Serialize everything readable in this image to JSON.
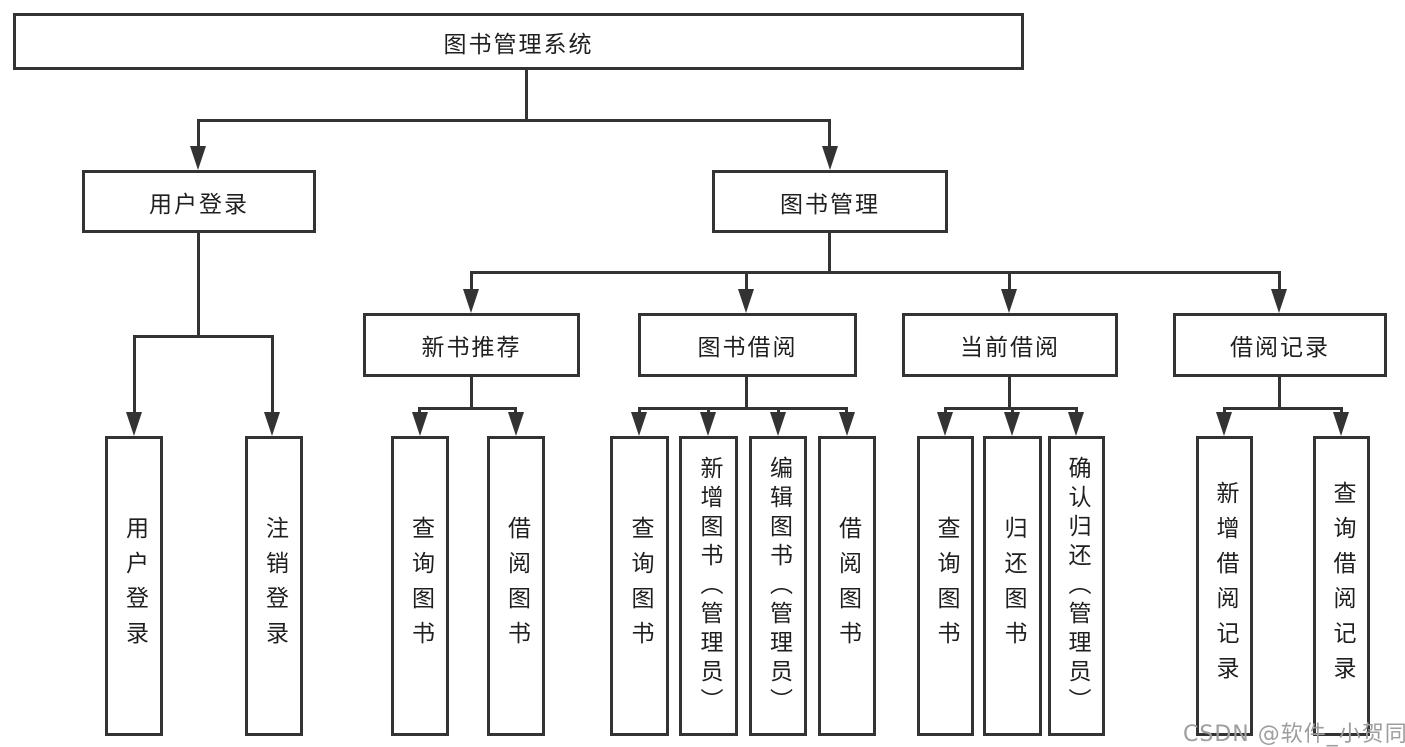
{
  "diagram": {
    "title": "图书管理系统",
    "watermark": "CSDN @软件_小贺同学",
    "colors": {
      "line": "#333333",
      "text": "#1f1f1f",
      "background": "#ffffff",
      "watermark": "#9e9e9e"
    },
    "nodes": {
      "root": {
        "label": "图书管理系统"
      },
      "user_login": {
        "label": "用户登录"
      },
      "book_mgmt": {
        "label": "图书管理"
      },
      "new_book_rec": {
        "label": "新书推荐"
      },
      "book_borrow": {
        "label": "图书借阅"
      },
      "current_borrow": {
        "label": "当前借阅"
      },
      "borrow_records": {
        "label": "借阅记录"
      },
      "leaf_user_login": {
        "label": "用户登录"
      },
      "leaf_logout": {
        "label": "注销登录"
      },
      "leaf_query_book_1": {
        "label": "查询图书"
      },
      "leaf_borrow_book_1": {
        "label": "借阅图书"
      },
      "leaf_query_book_2": {
        "label": "查询图书"
      },
      "leaf_add_book": {
        "label": "新增图书（管理员）"
      },
      "leaf_edit_book": {
        "label": "编辑图书（管理员）"
      },
      "leaf_borrow_book_2": {
        "label": "借阅图书"
      },
      "leaf_query_book_3": {
        "label": "查询图书"
      },
      "leaf_return_book": {
        "label": "归还图书"
      },
      "leaf_confirm_return": {
        "label": "确认归还（管理员）"
      },
      "leaf_add_record": {
        "label": "新增借阅记录"
      },
      "leaf_query_record": {
        "label": "查询借阅记录"
      }
    },
    "edges": [
      [
        "root",
        "user_login"
      ],
      [
        "root",
        "book_mgmt"
      ],
      [
        "user_login",
        "leaf_user_login"
      ],
      [
        "user_login",
        "leaf_logout"
      ],
      [
        "book_mgmt",
        "new_book_rec"
      ],
      [
        "book_mgmt",
        "book_borrow"
      ],
      [
        "book_mgmt",
        "current_borrow"
      ],
      [
        "book_mgmt",
        "borrow_records"
      ],
      [
        "new_book_rec",
        "leaf_query_book_1"
      ],
      [
        "new_book_rec",
        "leaf_borrow_book_1"
      ],
      [
        "book_borrow",
        "leaf_query_book_2"
      ],
      [
        "book_borrow",
        "leaf_add_book"
      ],
      [
        "book_borrow",
        "leaf_edit_book"
      ],
      [
        "book_borrow",
        "leaf_borrow_book_2"
      ],
      [
        "current_borrow",
        "leaf_query_book_3"
      ],
      [
        "current_borrow",
        "leaf_return_book"
      ],
      [
        "current_borrow",
        "leaf_confirm_return"
      ],
      [
        "borrow_records",
        "leaf_add_record"
      ],
      [
        "borrow_records",
        "leaf_query_record"
      ]
    ]
  }
}
